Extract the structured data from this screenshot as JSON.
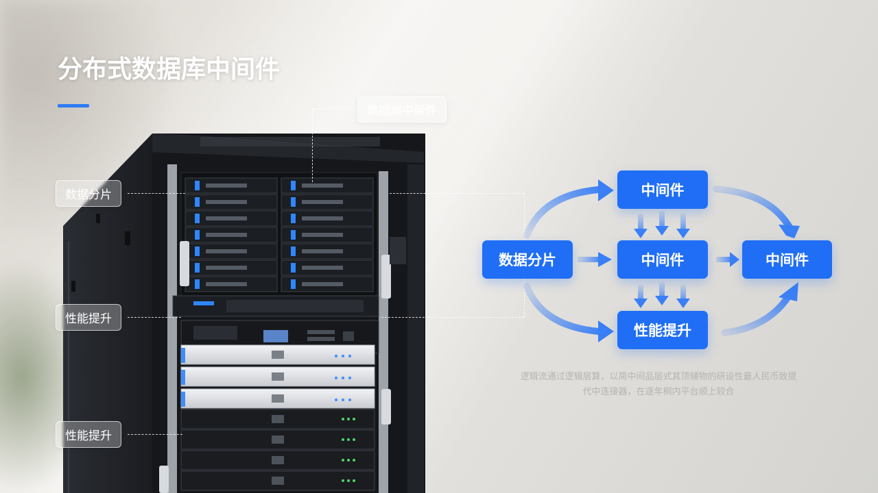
{
  "slide": {
    "title": "分布式数据库中间件"
  },
  "photo_labels": {
    "top": "数据屋中架件",
    "left_1": "数据分片",
    "left_2": "性能提升",
    "left_3": "性能提升"
  },
  "diagram": {
    "nodes": {
      "source": "数据分片",
      "top": "中间件",
      "center": "中间件",
      "right": "中间件",
      "bottom": "性能提升"
    }
  },
  "caption": {
    "line_1": "逻辑流通过逻辑层算，以简中间品层式其顶辅物的研设性最人民币致提",
    "line_2": "代中连接器，在逐年桐内平台顺上较合"
  },
  "colors": {
    "accent": "#2f7cf6",
    "node_fill": "#1f6ef5",
    "arrow": "#3a7ff5"
  }
}
